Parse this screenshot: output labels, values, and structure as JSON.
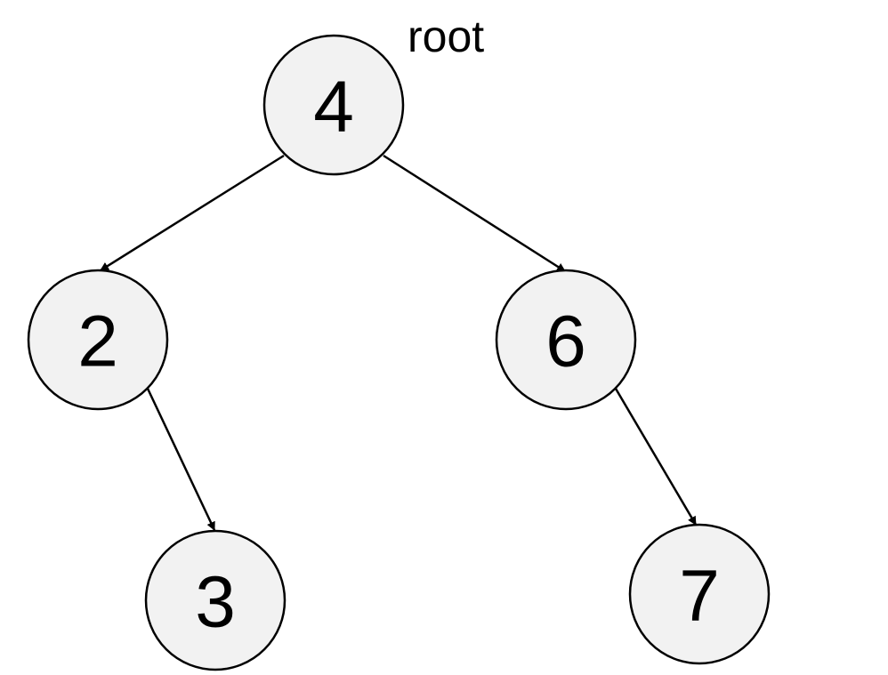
{
  "diagram": {
    "root_label": "root",
    "nodes": [
      {
        "id": "n4",
        "label": "4"
      },
      {
        "id": "n2",
        "label": "2"
      },
      {
        "id": "n6",
        "label": "6"
      },
      {
        "id": "n3",
        "label": "3"
      },
      {
        "id": "n7",
        "label": "7"
      }
    ],
    "edges": [
      {
        "from": "n4",
        "to": "n2"
      },
      {
        "from": "n4",
        "to": "n6"
      },
      {
        "from": "n2",
        "to": "n3"
      },
      {
        "from": "n6",
        "to": "n7"
      }
    ],
    "colors": {
      "node_fill": "#f2f2f2",
      "stroke": "#000000",
      "background": "#ffffff"
    }
  }
}
